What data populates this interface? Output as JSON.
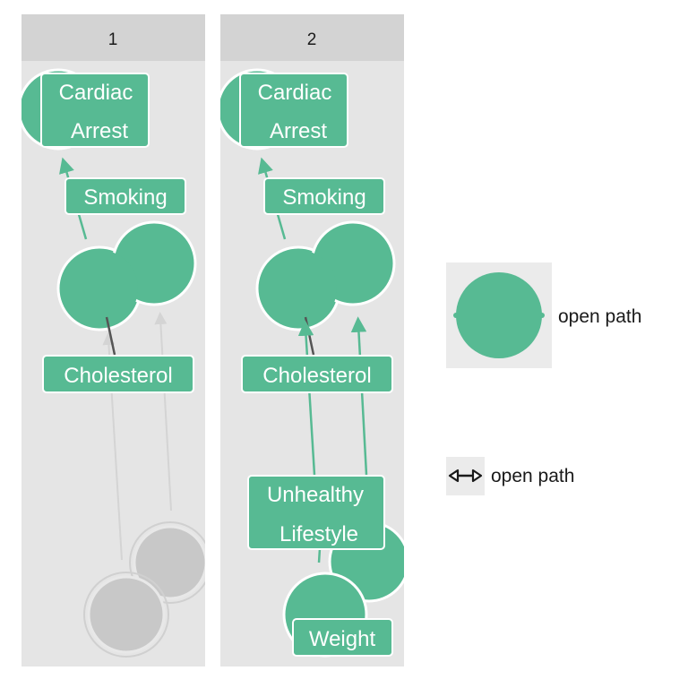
{
  "panels": [
    {
      "strip": "1",
      "labels": {
        "cardiac_line1": "Cardiac",
        "cardiac_line2": "Arrest",
        "smoking": "Smoking",
        "cholesterol": "Cholesterol"
      }
    },
    {
      "strip": "2",
      "labels": {
        "cardiac_line1": "Cardiac",
        "cardiac_line2": "Arrest",
        "smoking": "Smoking",
        "cholesterol": "Cholesterol",
        "unhealthy_line1": "Unhealthy",
        "unhealthy_line2": "Lifestyle",
        "weight": "Weight"
      }
    }
  ],
  "legend": {
    "fill_label": "open path",
    "edge_label": "open path"
  },
  "colors": {
    "node_fill": "#57ba93",
    "panel_bg": "#e5e5e5",
    "strip_bg": "#d3d3d3",
    "faded_node": "#c8c8c8",
    "faded_edge": "#d4d4d4",
    "dark_edge": "#555555"
  }
}
